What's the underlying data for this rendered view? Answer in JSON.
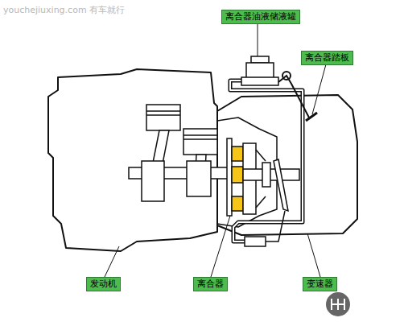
{
  "diagram": {
    "nodes": [
      {
        "text": [
          "离合器油液储液罐"
        ]
      },
      {
        "text": [
          "离合器踏板"
        ]
      },
      {
        "text": [
          "发动机"
        ]
      },
      {
        "text": [
          "离合器"
        ]
      },
      {
        "text": [
          "变速器"
        ]
      }
    ],
    "labels": [
      "youchejiuxing.com 有车就行"
    ]
  }
}
